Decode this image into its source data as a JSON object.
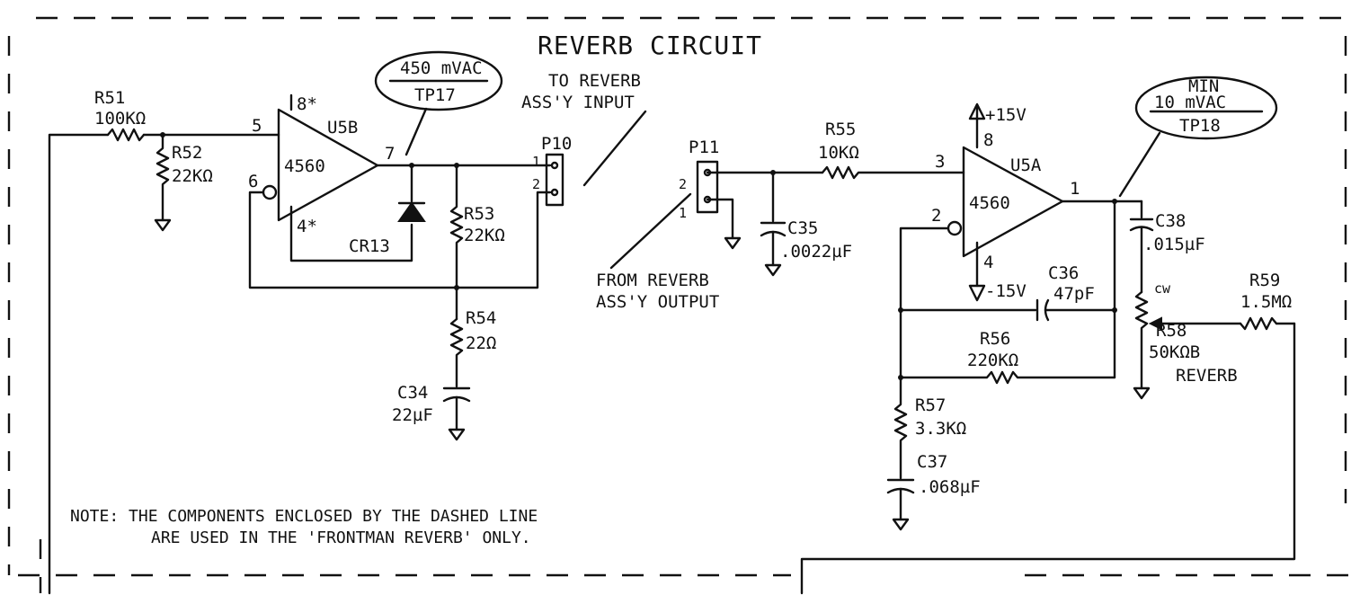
{
  "title": "REVERB CIRCUIT",
  "test_points": [
    {
      "value": "450 mVAC",
      "name": "TP17"
    },
    {
      "prefix": "MIN",
      "value": "10 mVAC",
      "name": "TP18"
    }
  ],
  "ic": {
    "u5b": {
      "ref": "U5B",
      "part": "4560",
      "pins": [
        "5",
        "6",
        "7"
      ],
      "supply_pins": [
        "8*",
        "4*"
      ]
    },
    "u5a": {
      "ref": "U5A",
      "part": "4560",
      "pins": [
        "3",
        "2",
        "1"
      ],
      "supply_pins": [
        "8",
        "4"
      ]
    }
  },
  "supplies": {
    "pos": "+15V",
    "neg": "-15V"
  },
  "components": {
    "r51": {
      "ref": "R51",
      "value": "100KΩ"
    },
    "r52": {
      "ref": "R52",
      "value": "22KΩ"
    },
    "r53": {
      "ref": "R53",
      "value": "22KΩ"
    },
    "r54": {
      "ref": "R54",
      "value": "22Ω"
    },
    "c34": {
      "ref": "C34",
      "value": "22µF"
    },
    "cr13": {
      "ref": "CR13"
    },
    "r55": {
      "ref": "R55",
      "value": "10KΩ"
    },
    "c35": {
      "ref": "C35",
      "value": ".0022µF"
    },
    "c36": {
      "ref": "C36",
      "value": "47pF"
    },
    "r56": {
      "ref": "R56",
      "value": "220KΩ"
    },
    "r57": {
      "ref": "R57",
      "value": "3.3KΩ"
    },
    "c37": {
      "ref": "C37",
      "value": ".068µF"
    },
    "c38": {
      "ref": "C38",
      "value": ".015µF"
    },
    "r58": {
      "ref": "R58",
      "value": "50KΩB",
      "function": "REVERB",
      "cw": "cw"
    },
    "r59": {
      "ref": "R59",
      "value": "1.5MΩ"
    }
  },
  "connectors": {
    "p10": {
      "ref": "P10",
      "pins": [
        "1",
        "2"
      ],
      "label_line1": "TO REVERB",
      "label_line2": "ASS'Y INPUT"
    },
    "p11": {
      "ref": "P11",
      "pins": [
        "2",
        "1"
      ],
      "label_line1": "FROM REVERB",
      "label_line2": "ASS'Y OUTPUT"
    }
  },
  "note": {
    "line1": "NOTE: THE COMPONENTS ENCLOSED BY THE DASHED LINE",
    "line2": "ARE USED IN THE 'FRONTMAN REVERB' ONLY."
  }
}
